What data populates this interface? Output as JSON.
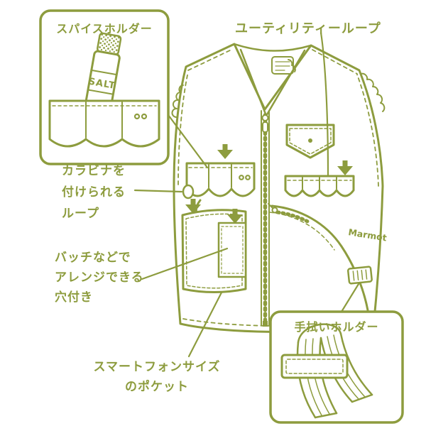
{
  "colors": {
    "accent": "#8d9c3e",
    "background": "#ffffff"
  },
  "labels": {
    "spice_holder": "スパイスホルダー",
    "utility_loop": "ユーティリティーループ",
    "carabiner": {
      "lines": [
        "カラビナを",
        "付けられる",
        "ループ"
      ]
    },
    "badge": {
      "lines": [
        "バッチなどで",
        "アレンジできる",
        "穴付き"
      ]
    },
    "smartphone": {
      "lines": [
        "スマートフォンサイズ",
        "のポケット"
      ]
    },
    "towel_holder": "手拭いホルダー"
  },
  "illustration": {
    "salt_label": "SALT",
    "brand": "Marmot"
  }
}
